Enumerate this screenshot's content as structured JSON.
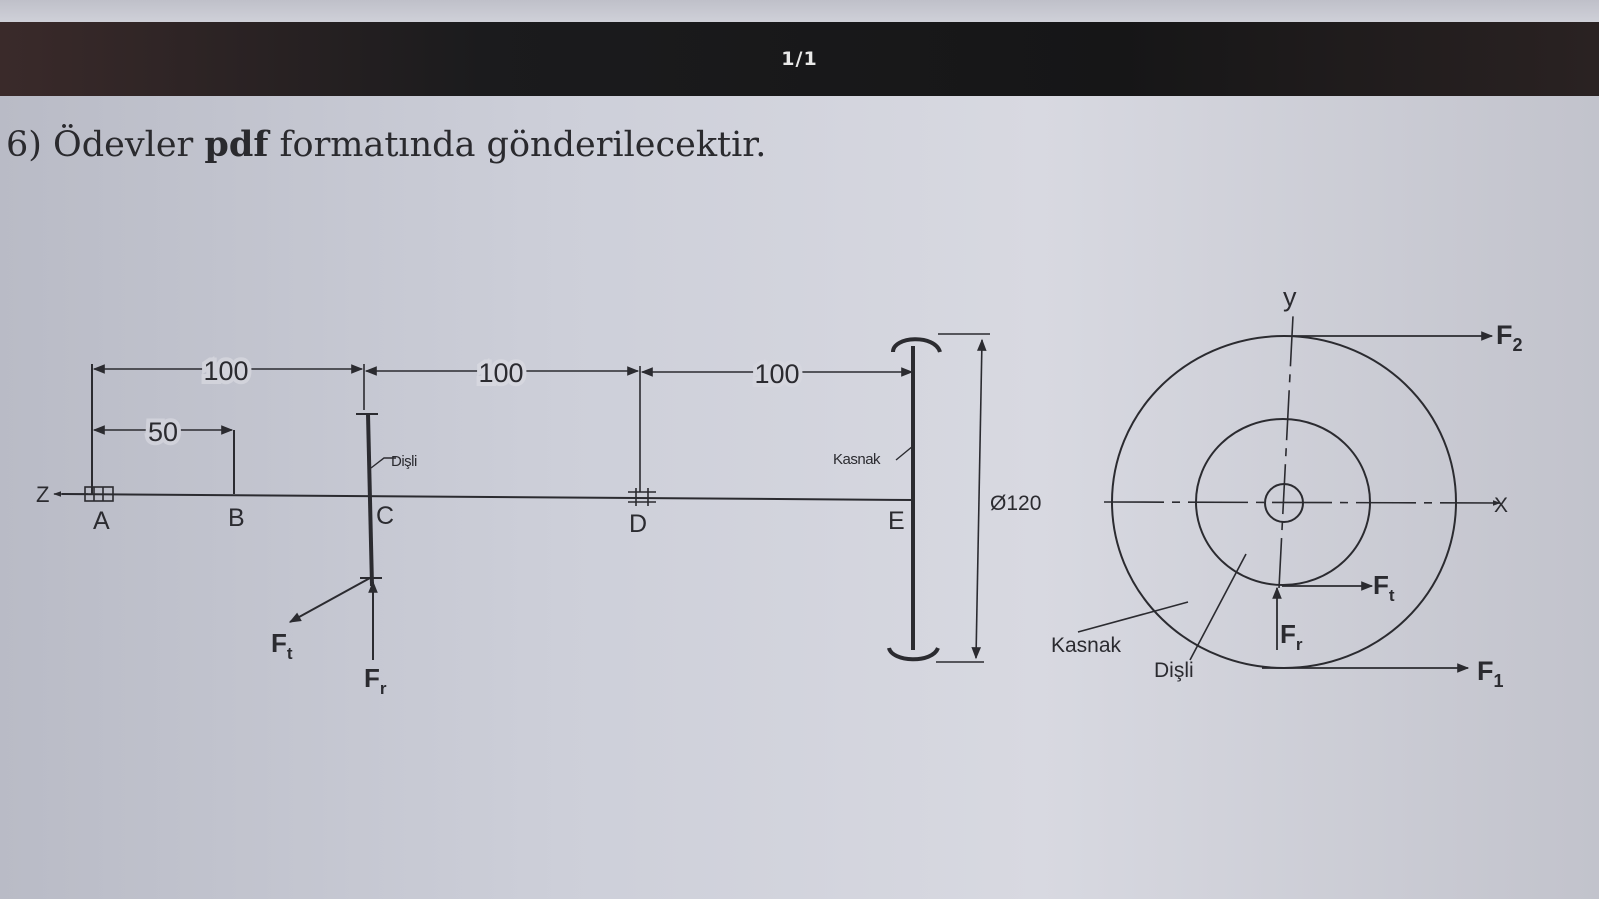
{
  "viewer": {
    "page_counter": "1/1"
  },
  "instruction": {
    "prefix": "6) Ödevler ",
    "bold": "pdf",
    "suffix": " formatında gönderilecektir."
  },
  "side_view": {
    "dimensions": {
      "a_to_c": "100",
      "c_to_d": "100",
      "d_to_e": "100",
      "a_to_b": "50",
      "diameter": "Ø120"
    },
    "points": {
      "a": "A",
      "b": "B",
      "c": "C",
      "d": "D",
      "e": "E"
    },
    "axis_z": "Z",
    "gear_label": "Dişli",
    "pulley_label": "Kasnak",
    "force_ft": {
      "main": "F",
      "sub": "t"
    },
    "force_fr": {
      "main": "F",
      "sub": "r"
    }
  },
  "end_view": {
    "axis_y": "y",
    "axis_x": "X",
    "force_f2": {
      "main": "F",
      "sub": "2"
    },
    "force_f1": {
      "main": "F",
      "sub": "1"
    },
    "force_ft": {
      "main": "F",
      "sub": "t"
    },
    "force_fr": {
      "main": "F",
      "sub": "r"
    },
    "pulley_label": "Kasnak",
    "gear_label": "Dişli"
  }
}
